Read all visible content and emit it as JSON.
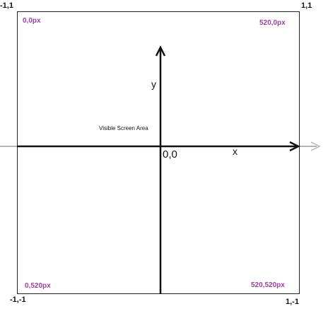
{
  "colors": {
    "pixel_label": "#9b3fa0",
    "axis": "#111111",
    "axis_extension": "#b5b5b5",
    "border": "#222222"
  },
  "corners_ndc": {
    "top_left": "-1,1",
    "top_right": "1,1",
    "bottom_left": "-1,-1",
    "bottom_right": "1,-1"
  },
  "corners_px": {
    "top_left": "0,0px",
    "top_right": "520,0px",
    "bottom_left": "0,520px",
    "bottom_right": "520,520px"
  },
  "axes": {
    "x_label": "x",
    "y_label": "y",
    "origin_label": "0,0"
  },
  "area_label": "Visible Screen Area"
}
